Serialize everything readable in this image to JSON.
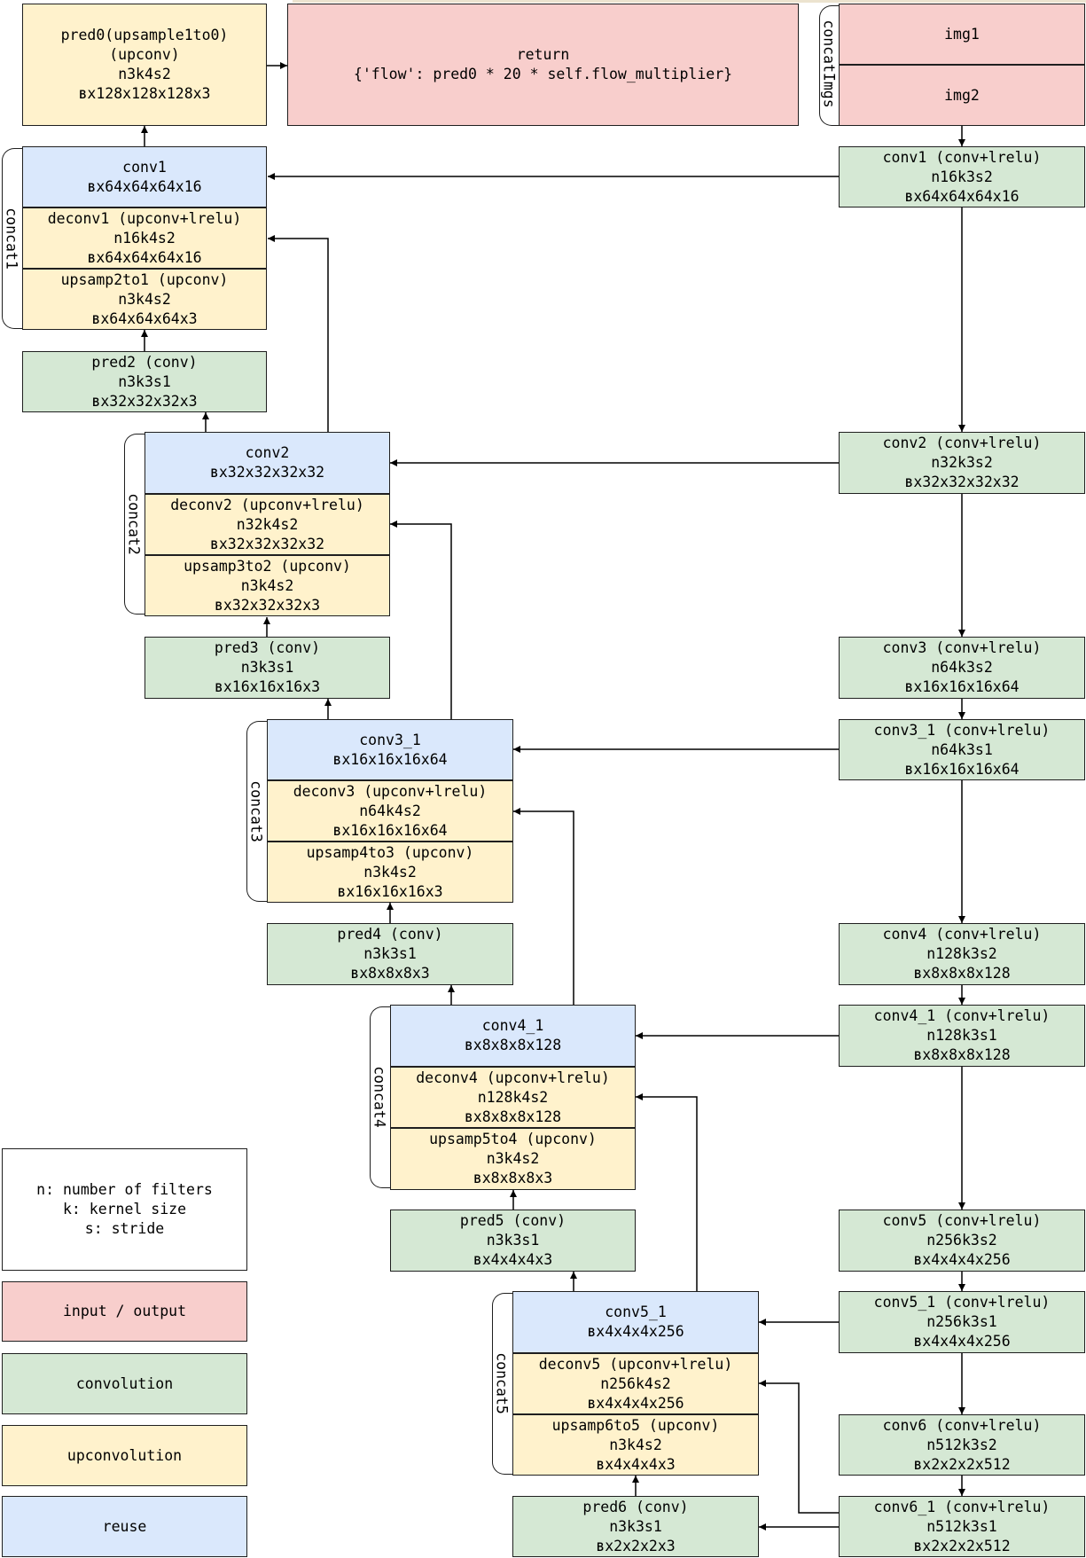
{
  "colors": {
    "input_output": "#f8cecc",
    "convolution": "#d5e8d4",
    "upconvolution": "#fff2cc",
    "reuse": "#dae8fc"
  },
  "pred0": "pred0(upsample1to0)\n(upconv)\nn3k4s2\nʙx128x128x128x3",
  "return_stmt": "return\n{'flow': pred0 * 20 * self.flow_multiplier}",
  "inputs": {
    "group_label": "concatImgs",
    "img1": "img1",
    "img2": "img2"
  },
  "encoder": {
    "conv1": "conv1 (conv+lrelu)\nn16k3s2\nʙx64x64x64x16",
    "conv2": "conv2 (conv+lrelu)\nn32k3s2\nʙx32x32x32x32",
    "conv3": "conv3 (conv+lrelu)\nn64k3s2\nʙx16x16x16x64",
    "conv3_1": "conv3_1 (conv+lrelu)\nn64k3s1\nʙx16x16x16x64",
    "conv4": "conv4 (conv+lrelu)\nn128k3s2\nʙx8x8x8x128",
    "conv4_1": "conv4_1 (conv+lrelu)\nn128k3s1\nʙx8x8x8x128",
    "conv5": "conv5 (conv+lrelu)\nn256k3s2\nʙx4x4x4x256",
    "conv5_1": "conv5_1 (conv+lrelu)\nn256k3s1\nʙx4x4x4x256",
    "conv6": "conv6 (conv+lrelu)\nn512k3s2\nʙx2x2x2x512",
    "conv6_1": "conv6_1 (conv+lrelu)\nn512k3s1\nʙx2x2x2x512"
  },
  "concat1": {
    "label": "concat1",
    "reuse": "conv1\nʙx64x64x64x16",
    "deconv": "deconv1 (upconv+lrelu)\nn16k4s2\nʙx64x64x64x16",
    "upsamp": "upsamp2to1 (upconv)\nn3k4s2\nʙx64x64x64x3"
  },
  "concat2": {
    "label": "concat2",
    "reuse": "conv2\nʙx32x32x32x32",
    "deconv": "deconv2 (upconv+lrelu)\nn32k4s2\nʙx32x32x32x32",
    "upsamp": "upsamp3to2 (upconv)\nn3k4s2\nʙx32x32x32x3"
  },
  "concat3": {
    "label": "concat3",
    "reuse": "conv3_1\nʙx16x16x16x64",
    "deconv": "deconv3 (upconv+lrelu)\nn64k4s2\nʙx16x16x16x64",
    "upsamp": "upsamp4to3 (upconv)\nn3k4s2\nʙx16x16x16x3"
  },
  "concat4": {
    "label": "concat4",
    "reuse": "conv4_1\nʙx8x8x8x128",
    "deconv": "deconv4 (upconv+lrelu)\nn128k4s2\nʙx8x8x8x128",
    "upsamp": "upsamp5to4 (upconv)\nn3k4s2\nʙx8x8x8x3"
  },
  "concat5": {
    "label": "concat5",
    "reuse": "conv5_1\nʙx4x4x4x256",
    "deconv": "deconv5 (upconv+lrelu)\nn256k4s2\nʙx4x4x4x256",
    "upsamp": "upsamp6to5 (upconv)\nn3k4s2\nʙx4x4x4x3"
  },
  "preds": {
    "pred2": "pred2 (conv)\nn3k3s1\nʙx32x32x32x3",
    "pred3": "pred3 (conv)\nn3k3s1\nʙx16x16x16x3",
    "pred4": "pred4 (conv)\nn3k3s1\nʙx8x8x8x3",
    "pred5": "pred5 (conv)\nn3k3s1\nʙx4x4x4x3",
    "pred6": "pred6 (conv)\nn3k3s1\nʙx2x2x2x3"
  },
  "legend": {
    "note": "n: number of filters\nk: kernel size\ns: stride",
    "input_output": "input / output",
    "convolution": "convolution",
    "upconvolution": "upconvolution",
    "reuse": "reuse"
  }
}
